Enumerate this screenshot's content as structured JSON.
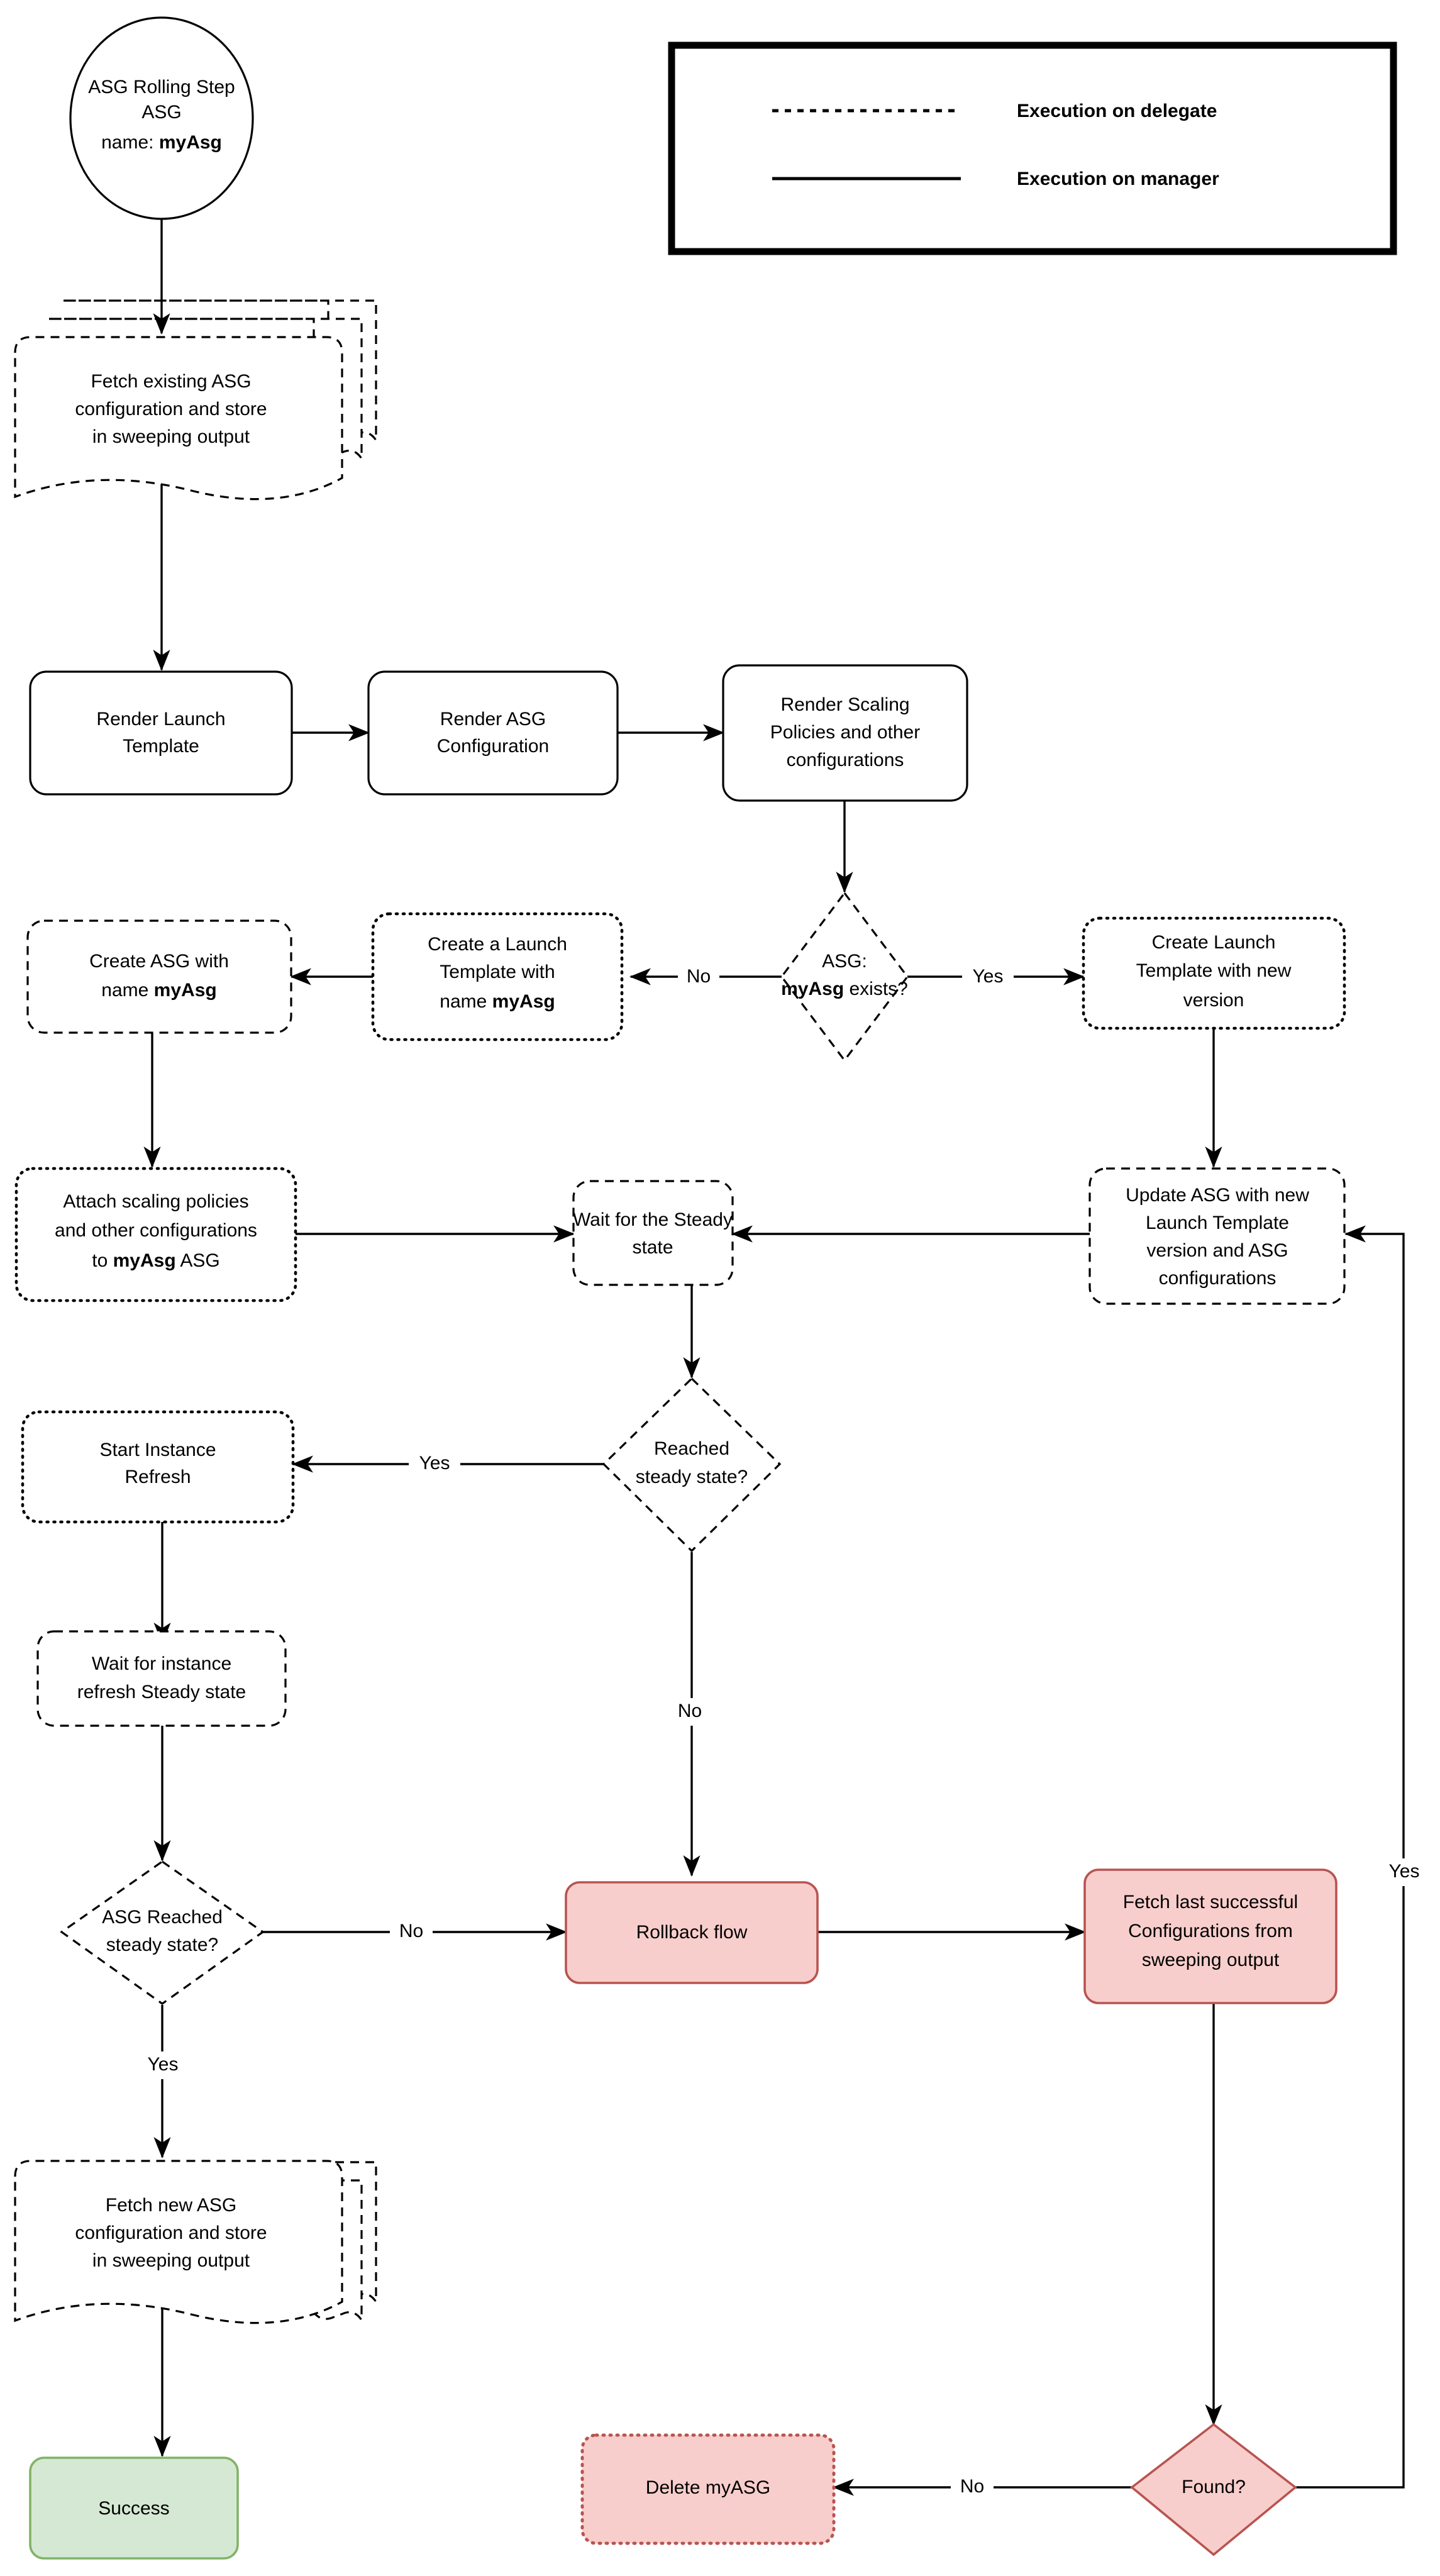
{
  "diagram": {
    "title": "ASG Rolling Step flowchart",
    "colors": {
      "red_fill": "#f8cecc",
      "red_stroke": "#b85450",
      "green_fill": "#d5e8d4",
      "green_stroke": "#82b366",
      "line": "#000000",
      "background": "#ffffff"
    }
  },
  "legend": {
    "items": [
      {
        "style": "dashed-line",
        "label": "Execution on delegate"
      },
      {
        "style": "solid-line",
        "label": "Execution on manager"
      }
    ]
  },
  "nodes": {
    "start": {
      "shape": "ellipse",
      "line1": "ASG Rolling Step",
      "line2": "ASG",
      "line3_prefix": "name: ",
      "line3_bold": "myAsg"
    },
    "fetch_existing": {
      "shape": "multi-document",
      "line1": "Fetch existing ASG",
      "line2": "configuration and store",
      "line3": "in sweeping output"
    },
    "render_launch_template": {
      "shape": "rounded-rect",
      "line1": "Render Launch",
      "line2": "Template"
    },
    "render_asg_config": {
      "shape": "rounded-rect",
      "line1": "Render ASG",
      "line2": "Configuration"
    },
    "render_scaling": {
      "shape": "rounded-rect",
      "line1": "Render Scaling",
      "line2": "Policies and other",
      "line3": "configurations"
    },
    "asg_exists": {
      "shape": "diamond",
      "line1": "ASG:",
      "line2_bold": "myAsg",
      "line2_rest": " exists?"
    },
    "create_launch_template_named": {
      "shape": "rounded-rect-dashed",
      "line1": "Create a Launch",
      "line2": "Template with",
      "line3_prefix": "name ",
      "line3_bold": "myAsg"
    },
    "create_asg": {
      "shape": "rounded-rect-dashed",
      "line1": "Create ASG with",
      "line2_prefix": "name ",
      "line2_bold": "myAsg"
    },
    "create_launch_template_version": {
      "shape": "rounded-rect-dashed",
      "line1": "Create Launch",
      "line2": "Template with new",
      "line3": "version"
    },
    "attach_policies": {
      "shape": "rounded-rect-dashed",
      "line1": "Attach scaling policies",
      "line2": "and other configurations",
      "line3_prefix": "to ",
      "line3_bold": "myAsg",
      "line3_suffix": " ASG"
    },
    "wait_steady": {
      "shape": "rounded-rect-dashed",
      "line1": "Wait for the Steady",
      "line2": "state"
    },
    "update_asg": {
      "shape": "rounded-rect-dashed",
      "line1": "Update ASG with new",
      "line2": "Launch Template",
      "line3": "version and ASG",
      "line4": "configurations"
    },
    "reached_steady": {
      "shape": "diamond-dashed",
      "line1": "Reached",
      "line2": "steady state?"
    },
    "start_instance_refresh": {
      "shape": "rounded-rect-dashed",
      "line1": "Start Instance",
      "line2": "Refresh"
    },
    "wait_instance_refresh": {
      "shape": "rounded-rect-dashed",
      "line1": "Wait for instance",
      "line2": "refresh Steady state"
    },
    "asg_reached_steady": {
      "shape": "diamond-dashed",
      "line1": "ASG Reached",
      "line2": "steady state?"
    },
    "rollback_flow": {
      "shape": "rounded-rect-red",
      "line1": "Rollback flow"
    },
    "fetch_last_successful": {
      "shape": "rounded-rect-red",
      "line1": "Fetch last successful",
      "line2": "Configurations from",
      "line3": "sweeping output"
    },
    "fetch_new_asg": {
      "shape": "multi-document",
      "line1": "Fetch new ASG",
      "line2": "configuration and store",
      "line3": "in sweeping output"
    },
    "success": {
      "shape": "rounded-rect-green",
      "line1": "Success"
    },
    "delete_myasg": {
      "shape": "rounded-rect-red-dotted",
      "line1": "Delete myASG"
    },
    "found": {
      "shape": "diamond-red",
      "line1": "Found?"
    }
  },
  "edge_labels": {
    "exists_no": "No",
    "exists_yes": "Yes",
    "reached_yes": "Yes",
    "reached_no": "No",
    "asg_reached_no": "No",
    "asg_reached_yes": "Yes",
    "found_no": "No",
    "found_yes": "Yes"
  }
}
